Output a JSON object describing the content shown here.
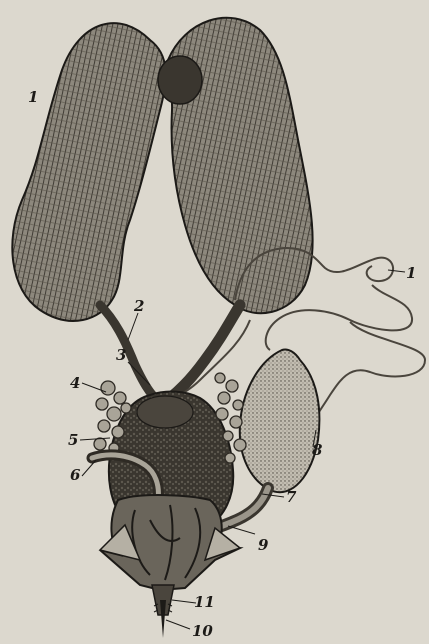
{
  "labels": {
    "l1a": "1",
    "l1b": "1",
    "l2": "2",
    "l3": "3",
    "l4": "4",
    "l5": "5",
    "l6": "6",
    "l7": "7",
    "l8": "8",
    "l9": "9",
    "l10": "10",
    "l11": "11"
  },
  "colors": {
    "background": "#dcd8ce",
    "ink": "#1c1a17",
    "tissue_dark": "#4a453d",
    "tissue_light": "#8a857a"
  }
}
